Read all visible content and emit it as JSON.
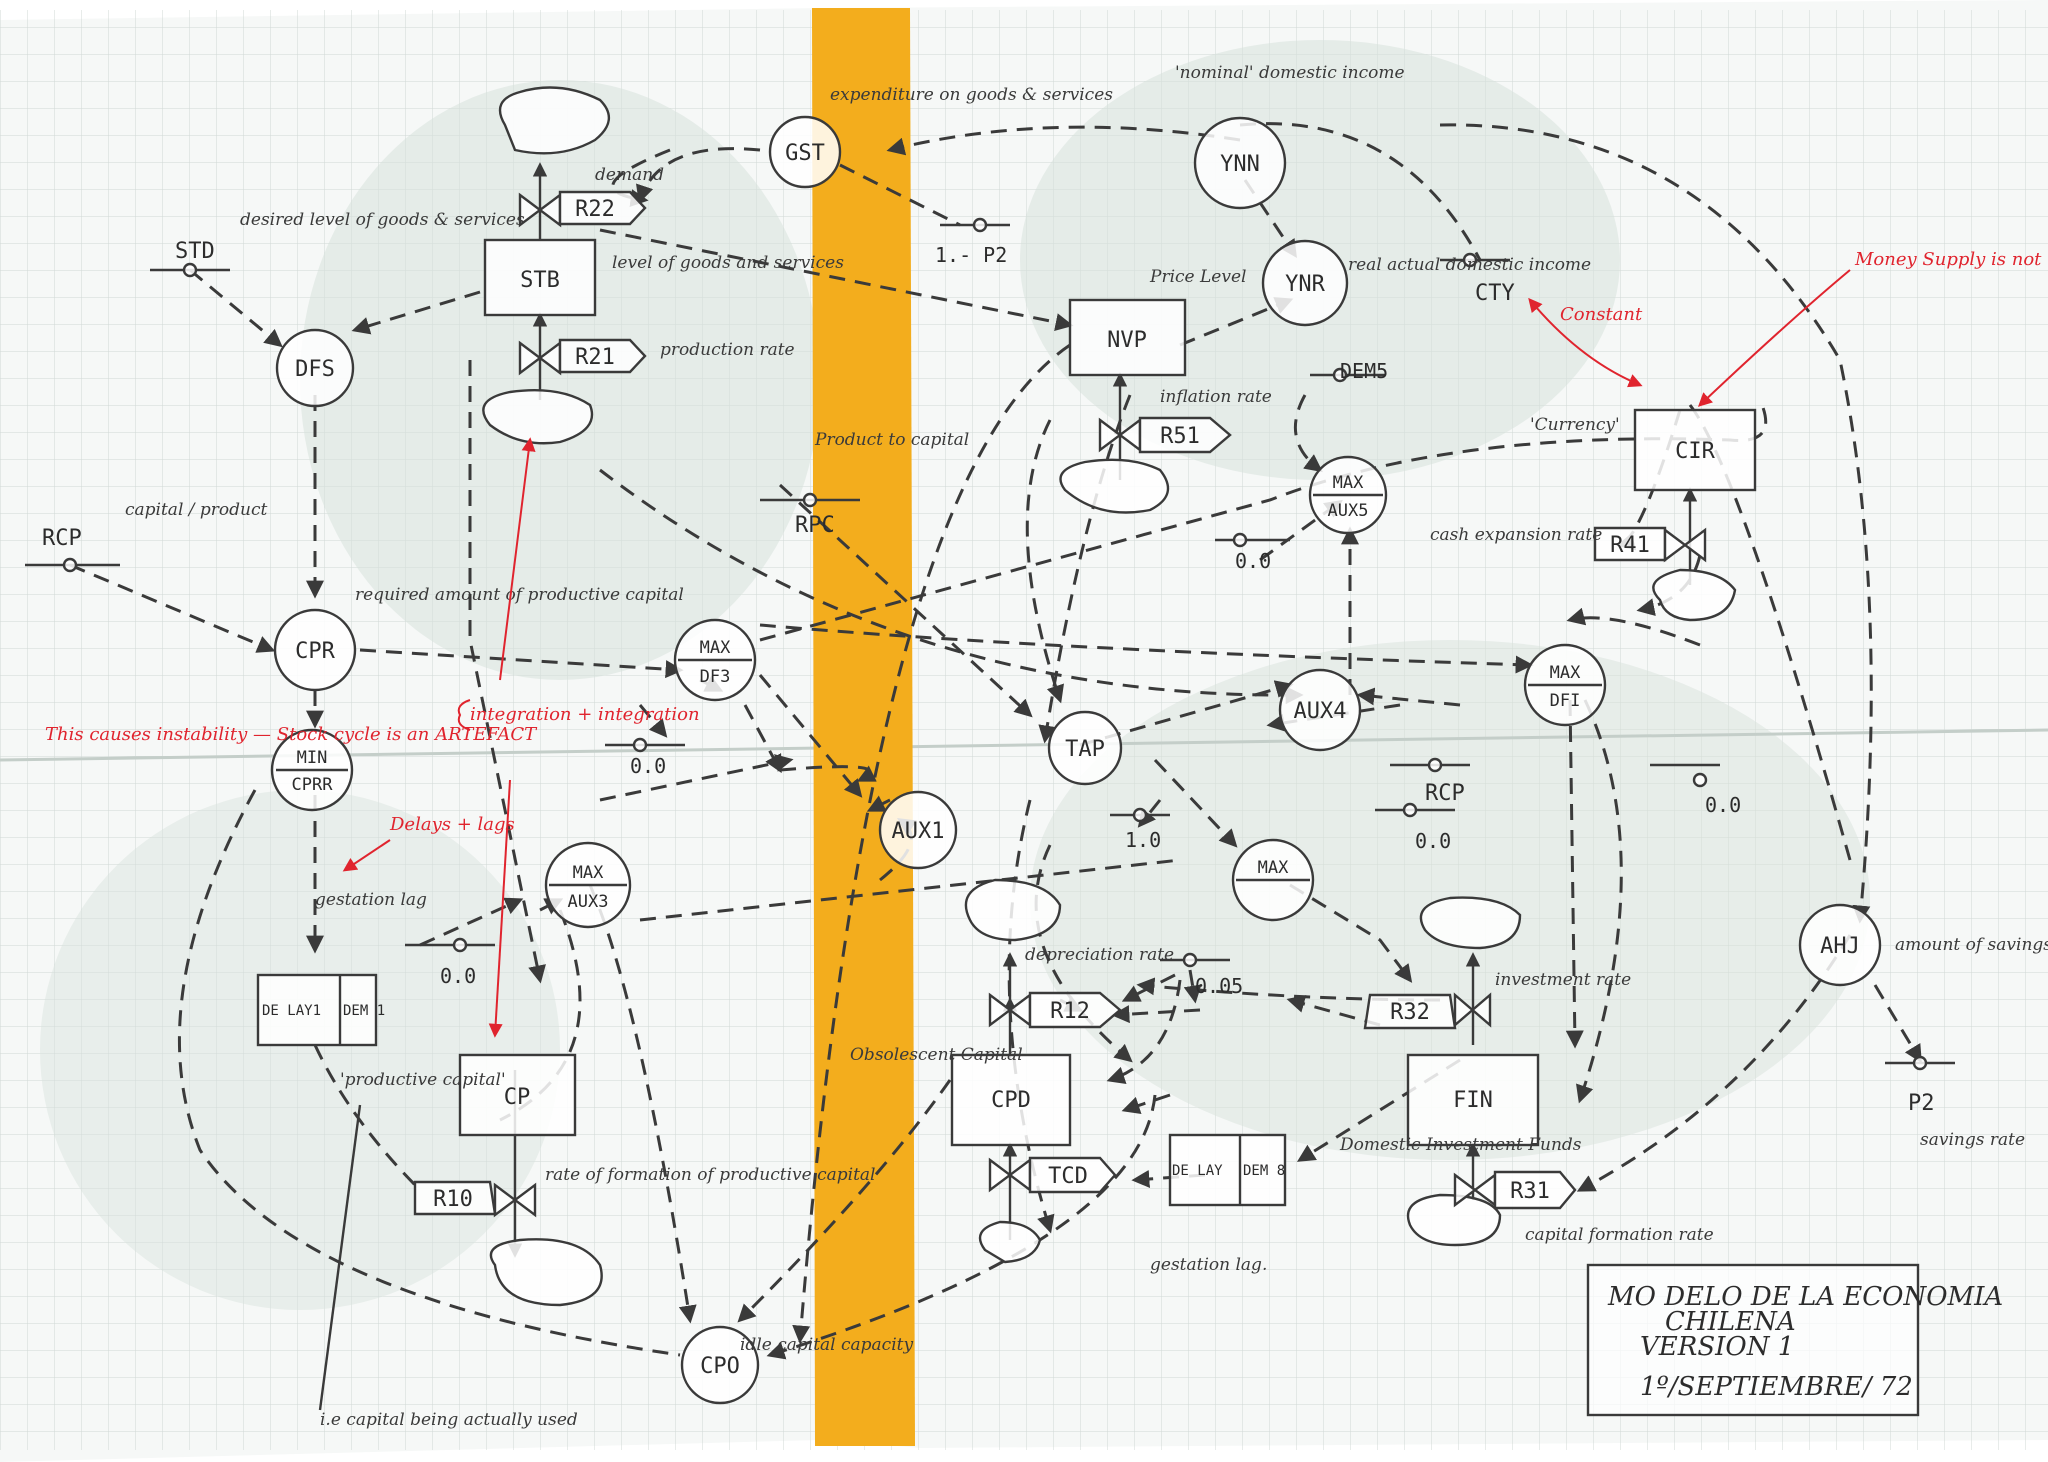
{
  "colors": {
    "ink": "#3a3a3a",
    "tape": "#f3ad1d",
    "annotation": "#e0242e",
    "grid": "#c9d2cf",
    "paper_shadow": "#d7e2dc"
  },
  "levels": [
    {
      "id": "STB",
      "label": "STB"
    },
    {
      "id": "NVP",
      "label": "NVP"
    },
    {
      "id": "CIR",
      "label": "CIR"
    },
    {
      "id": "CP",
      "label": "CP"
    },
    {
      "id": "CPD",
      "label": "CPD"
    },
    {
      "id": "FIN",
      "label": "FIN"
    }
  ],
  "auxiliaries": [
    {
      "id": "DFS",
      "label": "DFS"
    },
    {
      "id": "CPR",
      "label": "CPR"
    },
    {
      "id": "GST",
      "label": "GST"
    },
    {
      "id": "YNN",
      "label": "YNN"
    },
    {
      "id": "YNR",
      "label": "YNR"
    },
    {
      "id": "TAP",
      "label": "TAP"
    },
    {
      "id": "AUX1",
      "label": "AUX1"
    },
    {
      "id": "AUX4",
      "label": "AUX4"
    },
    {
      "id": "AHJ",
      "label": "AHJ"
    },
    {
      "id": "CPO",
      "label": "CPO"
    }
  ],
  "split_auxiliaries": [
    {
      "id": "MIN_CPRR",
      "top": "MIN",
      "bottom": "CPRR"
    },
    {
      "id": "MAX_DF3",
      "top": "MAX",
      "bottom": "DF3"
    },
    {
      "id": "MAX_AUX3",
      "top": "MAX",
      "bottom": "AUX3"
    },
    {
      "id": "MAX_AUX5",
      "top": "MAX",
      "bottom": "AUX5"
    },
    {
      "id": "MAX_DFI",
      "top": "MAX",
      "bottom": "DFI"
    },
    {
      "id": "MAX",
      "top": "MAX",
      "bottom": ""
    }
  ],
  "rates": [
    {
      "id": "R22",
      "label": "R22"
    },
    {
      "id": "R21",
      "label": "R21"
    },
    {
      "id": "R51",
      "label": "R51"
    },
    {
      "id": "R41",
      "label": "R41"
    },
    {
      "id": "R12",
      "label": "R12"
    },
    {
      "id": "R32",
      "label": "R32"
    },
    {
      "id": "R10",
      "label": "R10"
    },
    {
      "id": "TCD",
      "label": "TCD"
    },
    {
      "id": "R31",
      "label": "R31"
    }
  ],
  "delays": [
    {
      "id": "DELAY1",
      "left": "DE LAY1",
      "right": "DEM 1"
    },
    {
      "id": "DELAY8",
      "left": "DE LAY",
      "right": "DEM 8"
    }
  ],
  "constants": [
    {
      "id": "STD",
      "label": "STD"
    },
    {
      "id": "RCP_left",
      "label": "RCP"
    },
    {
      "id": "P2_top",
      "label": "1.- P2"
    },
    {
      "id": "CTY",
      "label": "CTY"
    },
    {
      "id": "DEM5",
      "label": "DEM5"
    },
    {
      "id": "RPC",
      "label": "RPC"
    },
    {
      "id": "ZERO_aux5",
      "label": "0.0"
    },
    {
      "id": "ZERO_df3",
      "label": "0.0"
    },
    {
      "id": "ONE_tap",
      "label": "1.0"
    },
    {
      "id": "RCP_right",
      "label": "RCP"
    },
    {
      "id": "ZERO_max",
      "label": "0.0"
    },
    {
      "id": "ZERO_dfi",
      "label": "0.0"
    },
    {
      "id": "ZERO_aux3",
      "label": "0.0"
    },
    {
      "id": "C005",
      "label": "0.05"
    },
    {
      "id": "P2_bottom",
      "label": "P2"
    }
  ],
  "notes": {
    "STD": "desired level of goods & services",
    "RCP": "capital / product",
    "demand": "demand",
    "GST": "expenditure on goods & services",
    "YNN": "'nominal' domestic income",
    "YNR": "real actual domestic income",
    "STB": "level of goods and services",
    "NVP": "Price Level",
    "R21": "production rate",
    "RPC": "Product to capital",
    "R51": "inflation rate",
    "CIR": "'Currency'",
    "R41": "cash expansion rate",
    "CPR": "required amount of productive capital",
    "DELAY1": "gestation lag",
    "CP": "'productive capital'",
    "R10": "rate of formation of productive capital",
    "R12": "depreciation rate",
    "CPD": "Obsolescent Capital",
    "R32": "investment rate",
    "FIN": "Domestic Investment Funds",
    "R31": "capital formation rate",
    "DELAY8": "gestation lag.",
    "AHJ": "amount of savings / tax",
    "P2": "savings rate",
    "CPO": "idle capital capacity",
    "capital_used": "i.e capital being actually used"
  },
  "red_notes": {
    "constant": "Constant",
    "money": "Money Supply is not the whole story of domestic income !",
    "instability": "This causes instability — Stock cycle is an ARTEFACT",
    "delays": "Delays + lags",
    "integration": "integration + integration"
  },
  "title_block": {
    "line1": "MO DELO DE LA ECONOMIA",
    "line2": "CHILENA",
    "line3": "VERSION 1",
    "date": "1º/SEPTIEMBRE/ 72"
  }
}
